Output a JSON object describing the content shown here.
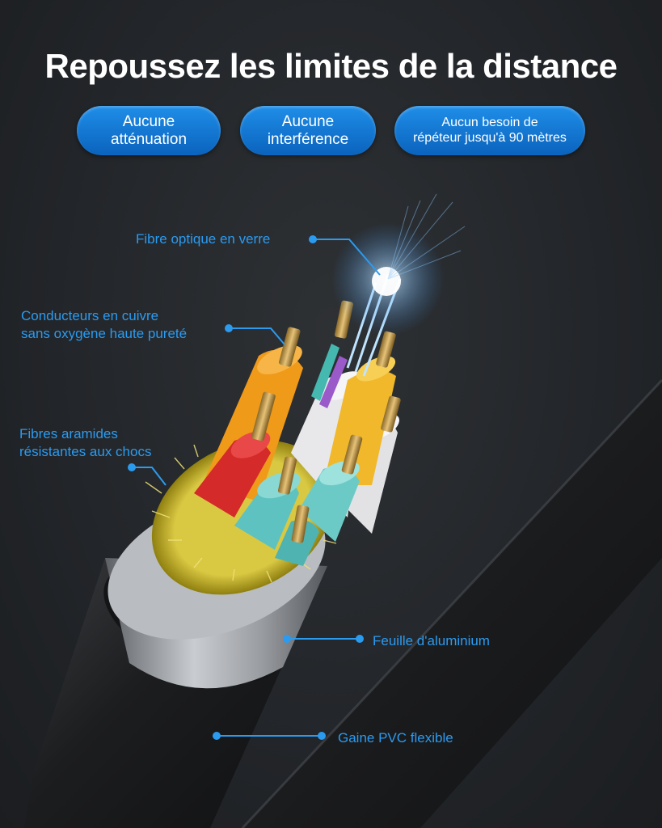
{
  "title": "Repoussez les limites de la distance",
  "badges": [
    {
      "line1": "Aucune",
      "line2": "atténuation"
    },
    {
      "line1": "Aucune",
      "line2": "interférence"
    },
    {
      "line1": "Aucun besoin de",
      "line2": "répéteur jusqu'à 90 mètres"
    }
  ],
  "callouts": {
    "fiber": "Fibre optique en verre",
    "copper_line1": "Conducteurs en cuivre",
    "copper_line2": "sans oxygène haute pureté",
    "aramid_line1": "Fibres aramides",
    "aramid_line2": "résistantes aux chocs",
    "foil": "Feuille d'aluminium",
    "jacket": "Gaine PVC flexible"
  },
  "colors": {
    "accent": "#2b9bf0",
    "badge": "#1478d4",
    "background": "#25282b"
  }
}
